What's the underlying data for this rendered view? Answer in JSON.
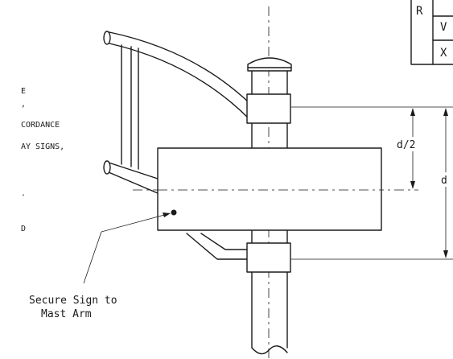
{
  "notes": {
    "lines": [
      "E",
      ",",
      "CORDANCE",
      "AY SIGNS,",
      ".",
      "D"
    ]
  },
  "callout": {
    "line1": "Secure Sign to",
    "line2": "Mast Arm"
  },
  "dimensions": {
    "half_height": "d/2",
    "full_height": "d"
  },
  "table": {
    "rows": [
      "R",
      "V",
      "X"
    ]
  }
}
